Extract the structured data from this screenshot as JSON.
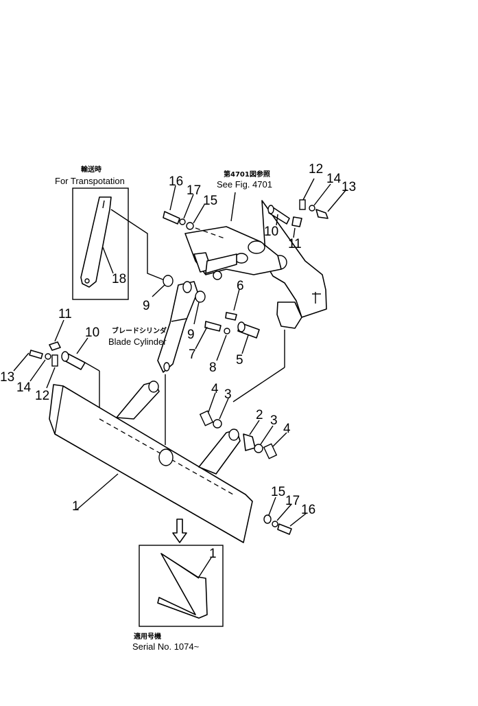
{
  "notes": {
    "transport_jp": "輸送時",
    "transport_en": "For Transpotation",
    "see_fig_jp": "第4701図参照",
    "see_fig_en": "See Fig. 4701",
    "blade_cylinder_jp": "ブレードシリンダ",
    "blade_cylinder_en": "Blade Cylinder",
    "serial_jp": "適用号機",
    "serial_en": "Serial No. 1074~"
  },
  "callouts": [
    "1",
    "2",
    "3",
    "4",
    "5",
    "6",
    "7",
    "8",
    "9",
    "10",
    "11",
    "12",
    "13",
    "14",
    "15",
    "16",
    "17",
    "18"
  ]
}
